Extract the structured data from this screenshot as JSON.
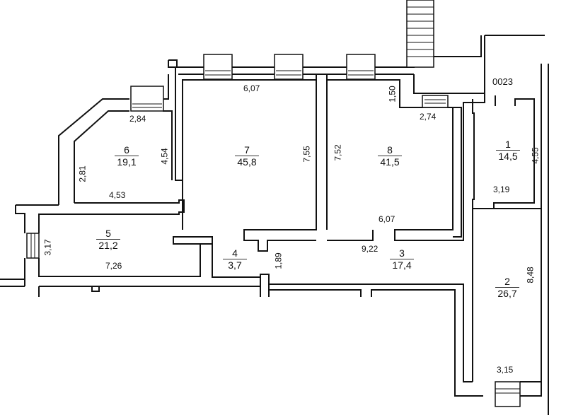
{
  "plan_code": "0023",
  "rooms": [
    {
      "number": "1",
      "area": "14,5"
    },
    {
      "number": "2",
      "area": "26,7"
    },
    {
      "number": "3",
      "area": "17,4"
    },
    {
      "number": "4",
      "area": "3,7"
    },
    {
      "number": "5",
      "area": "21,2"
    },
    {
      "number": "6",
      "area": "19,1"
    },
    {
      "number": "7",
      "area": "45,8"
    },
    {
      "number": "8",
      "area": "41,5"
    }
  ],
  "dimensions": {
    "r7_top": "6,07",
    "r7_right": "7,55",
    "r6_top": "2,84",
    "r6_right": "4,54",
    "r6_left": "2,81",
    "r6_bottom": "4,53",
    "r5_left": "3,17",
    "r5_bottom": "7,26",
    "r4_right": "1,89",
    "r8_left": "7,52",
    "r8_notch": "1,50",
    "r8_top": "2,74",
    "r8_bottom": "6,07",
    "r3_length": "9,22",
    "r1_right": "4,55",
    "r1_bottom": "3,19",
    "r2_right": "8,48",
    "r2_bottom": "3,15"
  }
}
